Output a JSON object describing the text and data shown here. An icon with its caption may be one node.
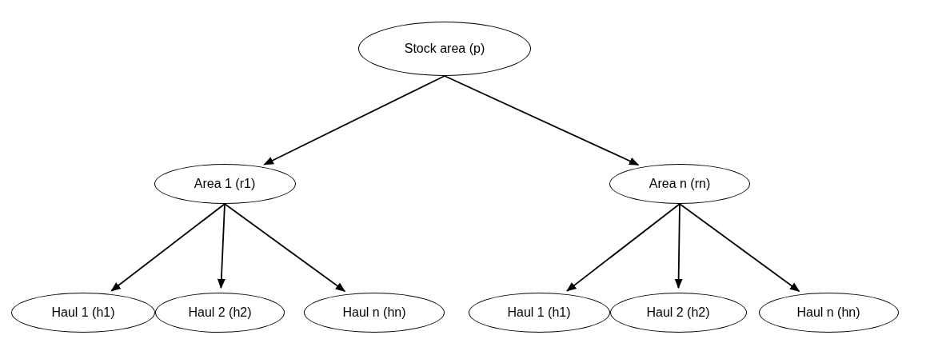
{
  "diagram": {
    "nodes": [
      {
        "text": [
          "Stock area (p)"
        ]
      },
      {
        "text": [
          "Area 1 (r1)"
        ]
      },
      {
        "text": [
          "Area n (rn)"
        ]
      },
      {
        "text": [
          "Haul 1 (h1)"
        ]
      },
      {
        "text": [
          "Haul 2 (h2)"
        ]
      },
      {
        "text": [
          "Haul n (hn)"
        ]
      },
      {
        "text": [
          "Haul 1 (h1)"
        ]
      },
      {
        "text": [
          "Haul 2 (h2)"
        ]
      },
      {
        "text": [
          "Haul n (hn)"
        ]
      }
    ],
    "edges": [
      {
        "from": 0,
        "to": 1,
        "arrow": "to"
      },
      {
        "from": 0,
        "to": 2,
        "arrow": "to"
      },
      {
        "from": 1,
        "to": 3,
        "arrow": "to"
      },
      {
        "from": 1,
        "to": 4,
        "arrow": "to"
      },
      {
        "from": 1,
        "to": 5,
        "arrow": "to"
      },
      {
        "from": 2,
        "to": 6,
        "arrow": "to"
      },
      {
        "from": 2,
        "to": 7,
        "arrow": "to"
      },
      {
        "from": 2,
        "to": 8,
        "arrow": "to"
      }
    ]
  }
}
